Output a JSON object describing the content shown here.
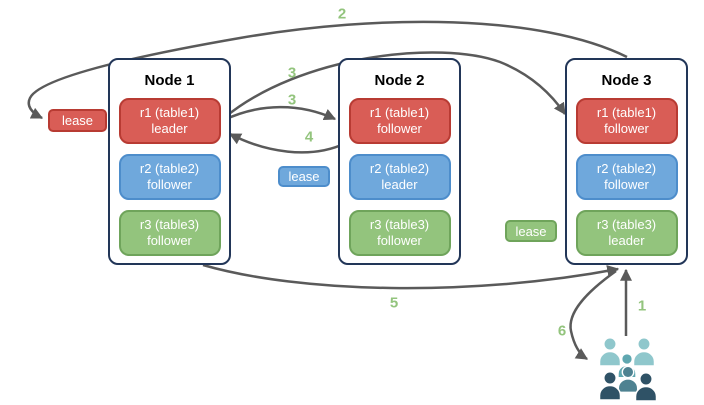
{
  "nodes": [
    {
      "title": "Node 1",
      "replicas": [
        {
          "name": "r1 (table1)",
          "role": "leader"
        },
        {
          "name": "r2 (table2)",
          "role": "follower"
        },
        {
          "name": "r3 (table3)",
          "role": "follower"
        }
      ]
    },
    {
      "title": "Node 2",
      "replicas": [
        {
          "name": "r1 (table1)",
          "role": "follower"
        },
        {
          "name": "r2 (table2)",
          "role": "leader"
        },
        {
          "name": "r3 (table3)",
          "role": "follower"
        }
      ]
    },
    {
      "title": "Node 3",
      "replicas": [
        {
          "name": "r1 (table1)",
          "role": "follower"
        },
        {
          "name": "r2 (table2)",
          "role": "follower"
        },
        {
          "name": "r3 (table3)",
          "role": "leader"
        }
      ]
    }
  ],
  "leases": [
    {
      "label": "lease",
      "color": "red"
    },
    {
      "label": "lease",
      "color": "blue"
    },
    {
      "label": "lease",
      "color": "green"
    }
  ],
  "steps": [
    {
      "text": "2"
    },
    {
      "text": "3"
    },
    {
      "text": "3"
    },
    {
      "text": "4"
    },
    {
      "text": "5"
    },
    {
      "text": "1"
    },
    {
      "text": "6"
    }
  ],
  "icons": {
    "users_group": "users-group-icon"
  },
  "colors": {
    "replica_red": "#D95D56",
    "replica_red_border": "#B83B33",
    "replica_blue": "#6FA8DC",
    "replica_blue_border": "#4D8DCB",
    "replica_green": "#93C47D",
    "replica_green_border": "#6FA45B",
    "node_border": "#223658",
    "arrow": "#5A5A5A",
    "step_label": "#93C47D",
    "people_light": "#8FC7CC",
    "people_mid": "#5FA7B0",
    "people_front": "#4E8291",
    "people_dark": "#2F5266"
  }
}
